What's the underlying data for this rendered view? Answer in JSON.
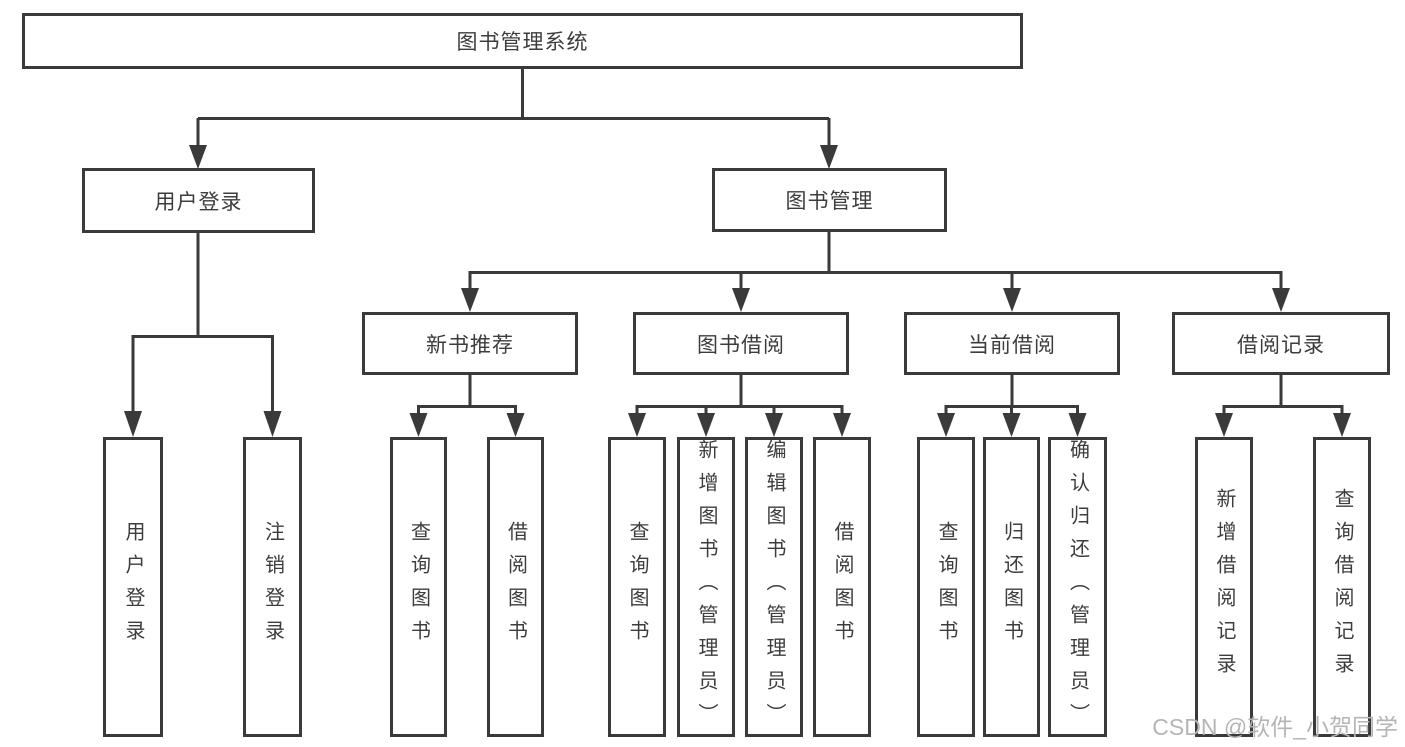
{
  "tree": {
    "root": {
      "label": "图书管理系统",
      "children": [
        {
          "label": "用户登录",
          "children": [
            {
              "label": "用户登录"
            },
            {
              "label": "注销登录"
            }
          ]
        },
        {
          "label": "图书管理",
          "children": [
            {
              "label": "新书推荐",
              "children": [
                {
                  "label": "查询图书"
                },
                {
                  "label": "借阅图书"
                }
              ]
            },
            {
              "label": "图书借阅",
              "children": [
                {
                  "label": "查询图书"
                },
                {
                  "label": "新增图书（管理员）"
                },
                {
                  "label": "编辑图书（管理员）"
                },
                {
                  "label": "借阅图书"
                }
              ]
            },
            {
              "label": "当前借阅",
              "children": [
                {
                  "label": "查询图书"
                },
                {
                  "label": "归还图书"
                },
                {
                  "label": "确认归还（管理员）"
                }
              ]
            },
            {
              "label": "借阅记录",
              "children": [
                {
                  "label": "新增借阅记录"
                },
                {
                  "label": "查询借阅记录"
                }
              ]
            }
          ]
        }
      ]
    }
  },
  "watermark": "CSDN @软件_小贺同学",
  "colors": {
    "line": "#3a3a3a",
    "text": "#3d3d3d",
    "watermark": "#b5b5b5",
    "background": "#ffffff"
  }
}
